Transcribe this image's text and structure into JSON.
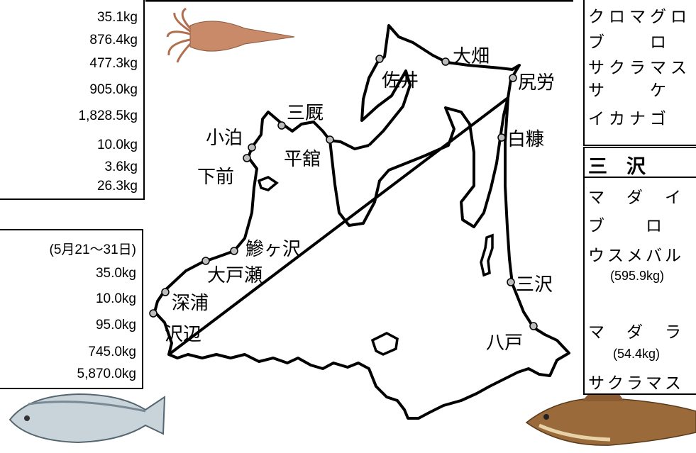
{
  "left_top_box": {
    "values": [
      "35.1kg",
      "876.4kg",
      "477.3kg",
      "905.0kg",
      "1,828.5kg",
      "10.0kg",
      "3.6kg",
      "26.3kg"
    ]
  },
  "left_bottom_box": {
    "header": "(5月21～31日)",
    "values": [
      "35.0kg",
      "10.0kg",
      "95.0kg",
      "745.0kg",
      "5,870.0kg"
    ]
  },
  "right_top_box": {
    "rows": [
      "クロマグロ",
      "ブ　　ロ",
      "サクラマス",
      "サ　　ケ",
      "イカナゴ"
    ]
  },
  "right_bottom_box": {
    "title": "三　沢",
    "rows": [
      "マ　ダ　イ",
      "ブ　　ロ",
      "ウスメバル",
      "(595.9kg)",
      "マ　ダ　ラ",
      "(54.4kg)",
      "サクラマス"
    ]
  },
  "places": {
    "oohata": "大畑",
    "sai": "佐井",
    "shiritsuka": "尻労",
    "minmaya": "三厩",
    "kodomari": "小泊",
    "tairadate": "平舘",
    "shimomae": "下前",
    "shiranuka": "白糠",
    "ajigasawa": "鰺ヶ沢",
    "ooto": "大戸瀬",
    "fukaura": "深浦",
    "sawabe": "沢辺",
    "misawa": "三沢",
    "hachinohe": "八戸"
  },
  "colors": {
    "squid": "#c98a6a",
    "salmon": "#c9d3da",
    "cod": "#9a6a3a",
    "marker": "#bdbdbd"
  }
}
